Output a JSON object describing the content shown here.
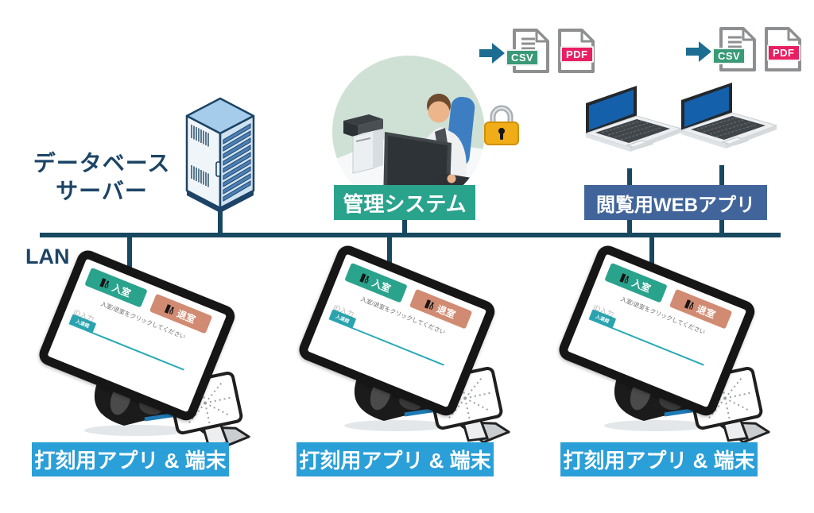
{
  "labels": {
    "db_line1": "データベース",
    "db_line2": "サーバー",
    "lan": "LAN",
    "management": "管理システム",
    "web_app": "閲覧用WEBアプリ",
    "terminal": "打刻用アプリ & 端末"
  },
  "files": {
    "csv": "CSV",
    "pdf": "PDF"
  },
  "tablet": {
    "enter": "入室",
    "exit": "退室",
    "instruction": "入室/退室をクリックしてください",
    "id_label": "ID入力",
    "submit": "入退館"
  },
  "colors": {
    "navy_text": "#1d4466",
    "lan_line": "#17485f",
    "teal_banner": "#2aa38d",
    "steel_blue_banner": "#41659b",
    "bright_blue_banner": "#2b9fd8",
    "csv_green": "#3a9a78",
    "pdf_pink": "#e91f63",
    "arrow_teal": "#1d6d92",
    "exit_salmon": "#d18b72",
    "lock_gold": "#f0ad17",
    "laptop_screen_blue": "#1560ab"
  }
}
